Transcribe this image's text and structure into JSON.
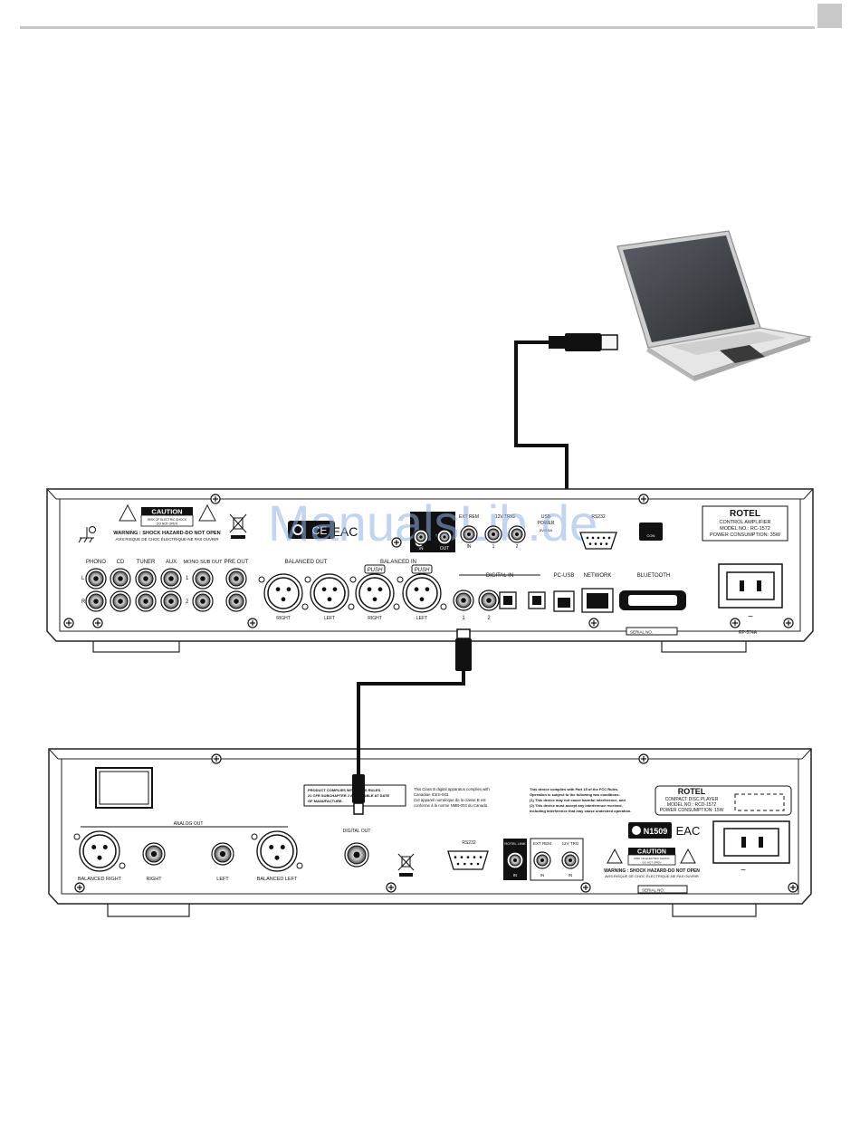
{
  "watermark": "ManualsLib.de",
  "amplifier": {
    "brand": "ROTEL",
    "model_line1": "CONTROL AMPLIFIER",
    "model_line2": "MODEL NO.: RC-1572",
    "power": "POWER CONSUMPTION: 35W",
    "caution_title": "CAUTION",
    "caution_sub1": "RISK OF ELECTRIC SHOCK",
    "caution_sub2": "DO NOT OPEN",
    "warning_en": "WARNING : SHOCK HAZARD-DO NOT OPEN",
    "warning_fr": "AVIS:RISQUE DE CHOC ÉLECTRIQUE-NE PAS OUVRIR",
    "inputs": [
      "PHONO",
      "CD",
      "TUNER",
      "AUX"
    ],
    "mono_sub_out": "MONO SUB OUT",
    "pre_out": "PRE OUT",
    "channel_l": "L",
    "channel_r": "R",
    "num_1": "1",
    "num_2": "2",
    "balanced_out": "BALANCED OUT",
    "balanced_in": "BALANCED IN",
    "push": "PUSH",
    "right": "RIGHT",
    "left": "LEFT",
    "digital_in": "DIGITAL IN",
    "pc_usb": "PC-USB",
    "network": "NETWORK",
    "bluetooth": "BLUETOOTH",
    "rotel_link": [
      "IN",
      "OUT"
    ],
    "ext_rem": "EXT REM",
    "trig": "12V TRIG",
    "in_label": "IN",
    "usb_power_1": "USB",
    "usb_power_2": "POWER",
    "usb_power_3": "5V/0.5A",
    "rs232": "RS232",
    "serial": "SERIAL NO.",
    "code": "RP-574A",
    "rc_badge": "CON",
    "ac_symbol": "~"
  },
  "cd_player": {
    "brand": "ROTEL",
    "model_line1": "COMPACT DISC PLAYER",
    "model_line2": "MODEL NO.: RCD-1572",
    "power": "POWER CONSUMPTION: 15W",
    "analog_out": "ANALOG OUT",
    "balanced_right": "BALANCED RIGHT",
    "right": "RIGHT",
    "left": "LEFT",
    "balanced_left": "BALANCED LEFT",
    "digital_out": "DIGITAL OUT",
    "product_notice1": "PRODUCT COMPLIES WITH DHHS RULES",
    "product_notice2": "21 CFR SUBCHAPTER J APPLICABLE AT DATE",
    "product_notice3": "OF MANUFACTURE.",
    "canada1": "This Class B digital apparatus complies with",
    "canada2": "Canadian ICES-003.",
    "canada3": "Cet appareil numérique de la classe B est",
    "canada4": "conforme à la norme NMB-003 du Canada",
    "fcc1": "This device complies with Part 15 of the FCC Rules.",
    "fcc2": "Operation is subject to the following two conditions:",
    "fcc3": "(1) This device may not cause harmful interference, and",
    "fcc4": "(2) This device must accept any interference received,",
    "fcc5": "including interference that may cause undesired operation.",
    "rs232": "RS232",
    "rotel_link": "ROTEL LINK",
    "ext_rem": "EXT REM",
    "trig": "12V TRG",
    "in_label": "IN",
    "n_mark": "N1509",
    "eac": "EAC",
    "caution_title": "CAUTION",
    "caution_sub1": "RISK OF ELECTRIC SHOCK",
    "caution_sub2": "DO NOT OPEN",
    "warning_en": "WARNING : SHOCK HAZARD-DO NOT OPEN",
    "warning_fr": "AVIS:RISQUE DE CHOC ÉLECTRIQUE-NE PAS OUVRIR",
    "serial": "SERIAL NO.",
    "ac_symbol": "~"
  },
  "colors": {
    "line": "#222222",
    "cable": "#111111",
    "laptop_body": "#d9d9d9",
    "screen": "#3c3f44"
  }
}
